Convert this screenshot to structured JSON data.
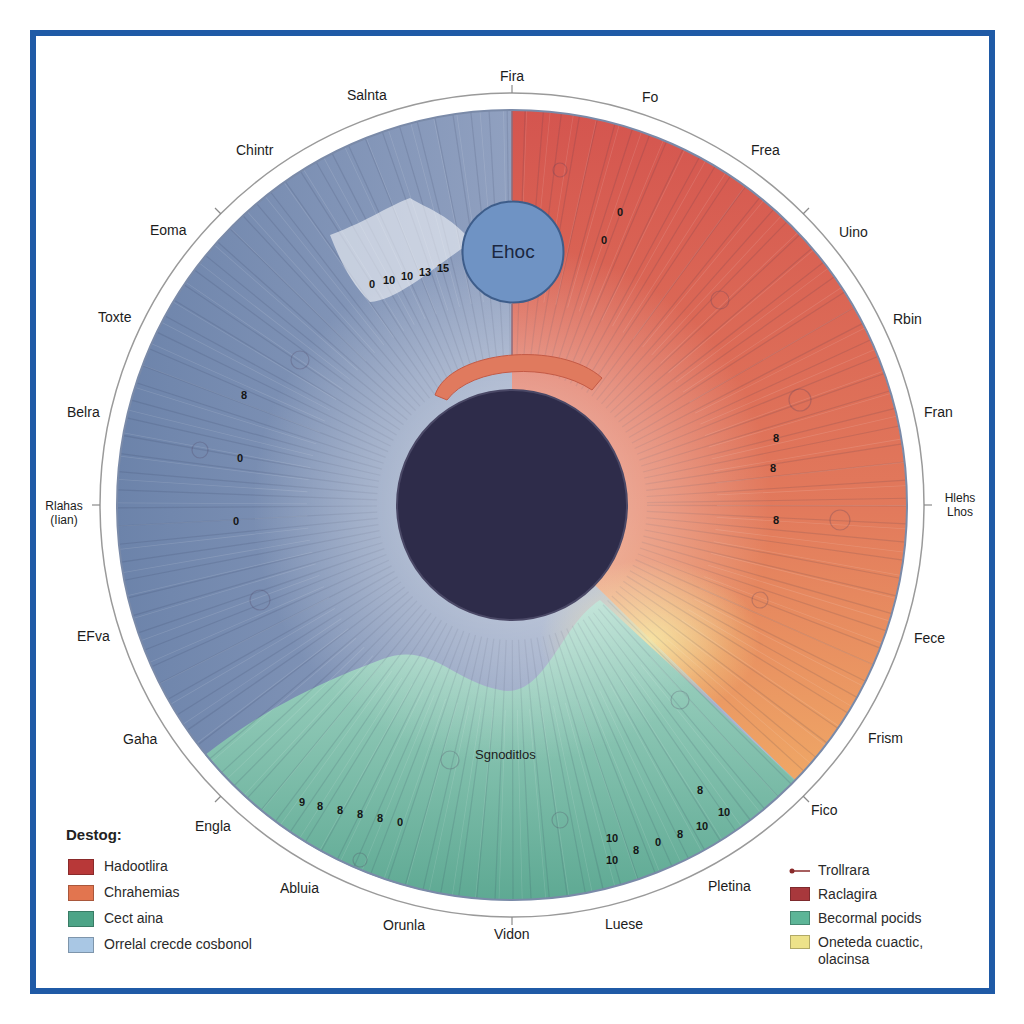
{
  "diagram": {
    "nodes": [
      {
        "text": [
          "Ehoc"
        ]
      }
    ],
    "labels": [
      "Fira",
      "Fo",
      "Frea",
      "Uino",
      "Rbin",
      "Fran",
      "Hlehs Lhos",
      "Fece",
      "Frism",
      "Fico",
      "Pletina",
      "Luese",
      "Vidon",
      "Orunla",
      "Abluia",
      "Engla",
      "Gaha",
      "EFva",
      "Rlahas (Iian)",
      "Belra",
      "Toxte",
      "Eoma",
      "Chintr",
      "Salnta",
      "Sgnoditlos",
      "0",
      "0",
      "0",
      "10",
      "10",
      "13",
      "15",
      "8",
      "0",
      "0",
      "8",
      "8",
      "8",
      "9",
      "8",
      "8",
      "8",
      "8",
      "0",
      "8",
      "10",
      "10",
      "8",
      "0",
      "8",
      "10",
      "10",
      "Destog:"
    ],
    "legend": [
      {
        "text": "Hadootlira",
        "color": "#b83838"
      },
      {
        "text": "Chrahemias",
        "color": "#e2754f"
      },
      {
        "text": "Cect aina",
        "color": "#4da487"
      },
      {
        "text": "Orrelal crecde cosbonol",
        "color": "#a9c7e4"
      },
      {
        "text": "Trollrara"
      },
      {
        "text": "Raclagira",
        "color": "#a8383c"
      },
      {
        "text": "Becormal pocids",
        "color": "#5db597"
      },
      {
        "text": "Oneteda cuactic, olacinsa",
        "color": "#ede28a"
      }
    ]
  }
}
